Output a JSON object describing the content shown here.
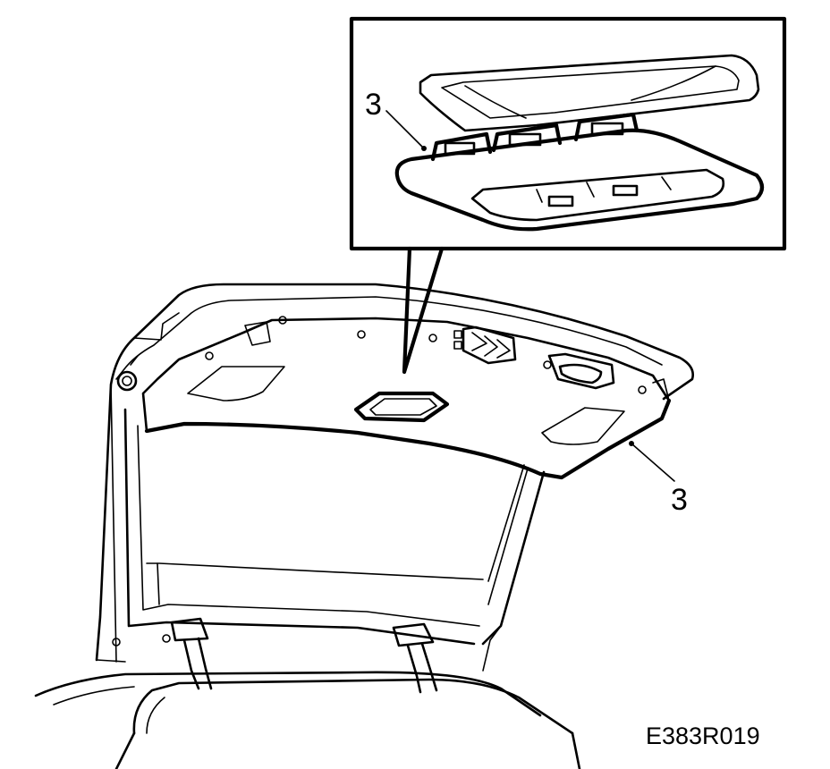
{
  "diagram": {
    "callouts": [
      {
        "id": "inset",
        "label": "3"
      },
      {
        "id": "main",
        "label": "3"
      }
    ],
    "figure_code": "E383R019"
  }
}
